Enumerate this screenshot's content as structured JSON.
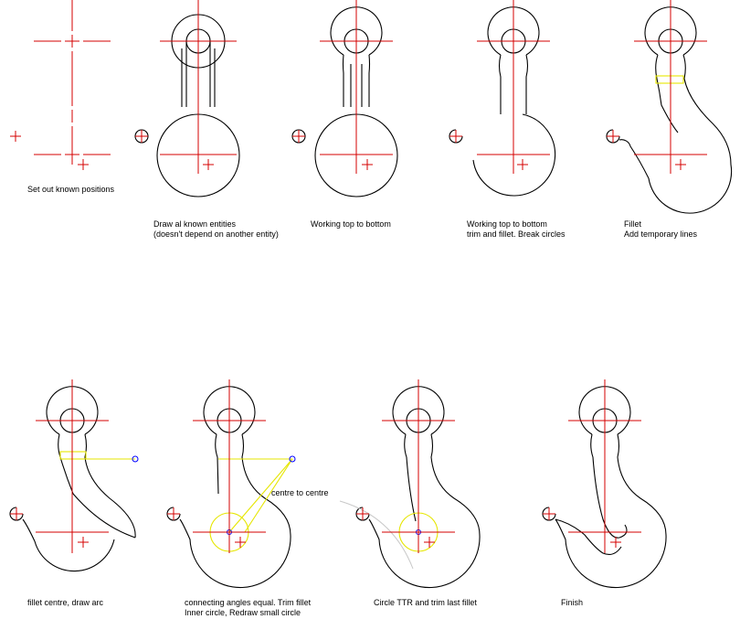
{
  "steps": [
    {
      "id": "s1",
      "line1": "Set out known positions",
      "line2": ""
    },
    {
      "id": "s2",
      "line1": "Draw al known entities",
      "line2": "(doesn't depend on another entity)"
    },
    {
      "id": "s3",
      "line1": "Working top to bottom",
      "line2": ""
    },
    {
      "id": "s4",
      "line1": "Working top to bottom",
      "line2": "trim and fillet. Break circles"
    },
    {
      "id": "s5",
      "line1": "Fillet",
      "line2": "Add temporary lines"
    },
    {
      "id": "s6",
      "line1": "fillet centre, draw arc",
      "line2": ""
    },
    {
      "id": "s7",
      "line1": "connecting angles equal. Trim fillet",
      "line2": "Inner circle, Redraw small circle"
    },
    {
      "id": "s8",
      "line1": "Circle TTR and trim last fillet",
      "line2": ""
    },
    {
      "id": "s9",
      "line1": "Finish",
      "line2": ""
    }
  ],
  "annotations": {
    "centre_to_centre": "centre to centre"
  },
  "colors": {
    "centre_line": "#d40000",
    "outline": "#000000",
    "construction": "#e6e600",
    "marker": "#0000ff"
  }
}
